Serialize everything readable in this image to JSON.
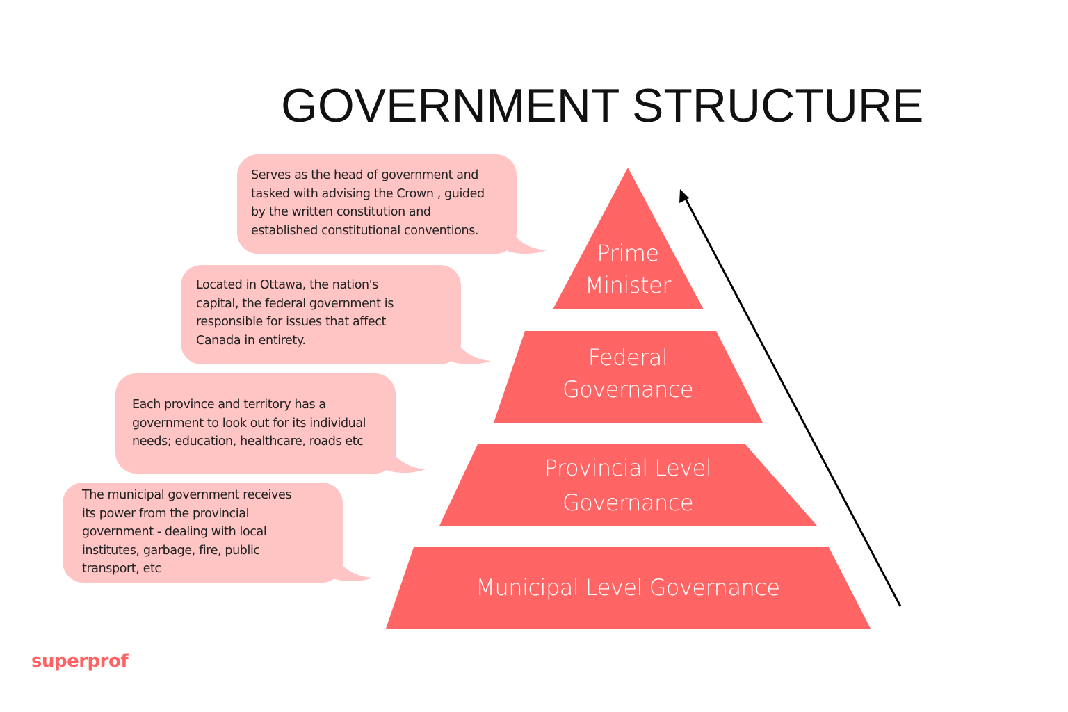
{
  "title": "GOVERNMENT STRUCTURE",
  "colors": {
    "tier_fill": "#ff6565",
    "bubble_fill": "#ffc4c4",
    "title_color": "#111111",
    "text_color": "#222222",
    "arrow_color": "#000000",
    "brand": "#ff6363"
  },
  "tiers": [
    {
      "label_line1": "Prime",
      "label_line2": "Minister"
    },
    {
      "label_line1": "Federal",
      "label_line2": "Governance"
    },
    {
      "label_line1": "Provincial Level",
      "label_line2": "Governance"
    },
    {
      "label_line1": "Municipal Level Governance"
    }
  ],
  "bubbles": [
    {
      "lines": [
        "Serves as the head of government and",
        "tasked with advising the Crown , guided",
        "by the written constitution and",
        "established constitutional conventions."
      ]
    },
    {
      "lines": [
        "Located in Ottawa, the nation's",
        "capital, the federal government is",
        "responsible for issues that affect",
        "Canada in entirety."
      ]
    },
    {
      "lines": [
        "Each province and territory has a",
        "government to look out for its individual",
        "needs; education, healthcare, roads etc"
      ]
    },
    {
      "lines": [
        "The municipal government receives",
        "its power from the provincial",
        "government - dealing with local",
        "institutes, garbage, fire, public",
        "transport, etc"
      ]
    }
  ],
  "arrow": {
    "icon": "arrow-up-icon",
    "direction": "up",
    "meaning": "increasing authority"
  },
  "logo": "superprof"
}
